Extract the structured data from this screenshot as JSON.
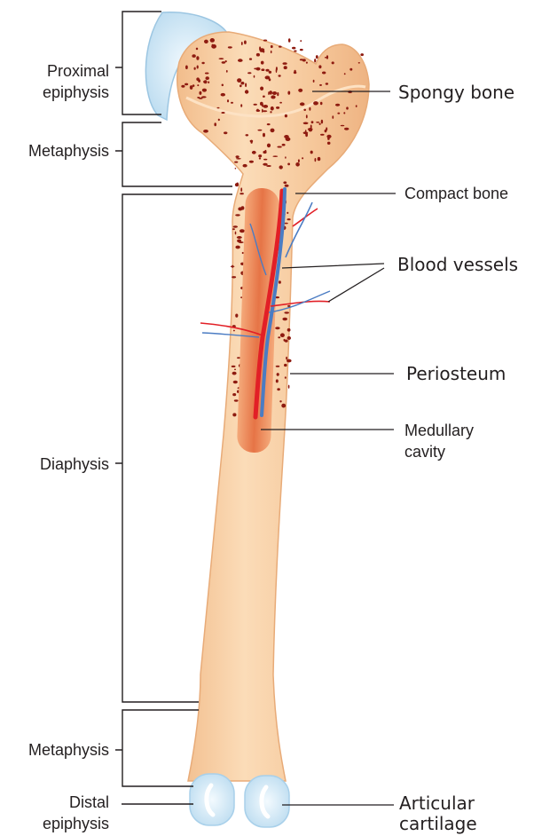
{
  "colors": {
    "bone_fill": "#f6c89b",
    "bone_highlight": "#fbdcb8",
    "spongy_dots": "#8e1b10",
    "cavity": "#e9804e",
    "artery": "#e21f26",
    "vein": "#4b7cc3",
    "cartilage": "#d4e9f7",
    "line": "#231f20"
  },
  "regions": [
    {
      "key": "proximal",
      "lines": [
        "Proximal",
        "epiphysis"
      ]
    },
    {
      "key": "meta_top",
      "lines": [
        "Metaphysis"
      ]
    },
    {
      "key": "diaphysis",
      "lines": [
        "Diaphysis"
      ]
    },
    {
      "key": "meta_bottom",
      "lines": [
        "Metaphysis"
      ]
    },
    {
      "key": "distal",
      "lines": [
        "Distal",
        "epiphysis"
      ]
    }
  ],
  "parts": [
    {
      "key": "spongy",
      "lines": [
        "Spongy bone"
      ]
    },
    {
      "key": "compact",
      "lines": [
        "Compact bone"
      ]
    },
    {
      "key": "vessels",
      "lines": [
        "Blood vessels"
      ]
    },
    {
      "key": "periosteum",
      "lines": [
        "Periosteum"
      ]
    },
    {
      "key": "medullary",
      "lines": [
        "Medullary",
        "cavity"
      ]
    },
    {
      "key": "cartilage",
      "lines": [
        "Articular",
        "cartilage"
      ]
    }
  ]
}
